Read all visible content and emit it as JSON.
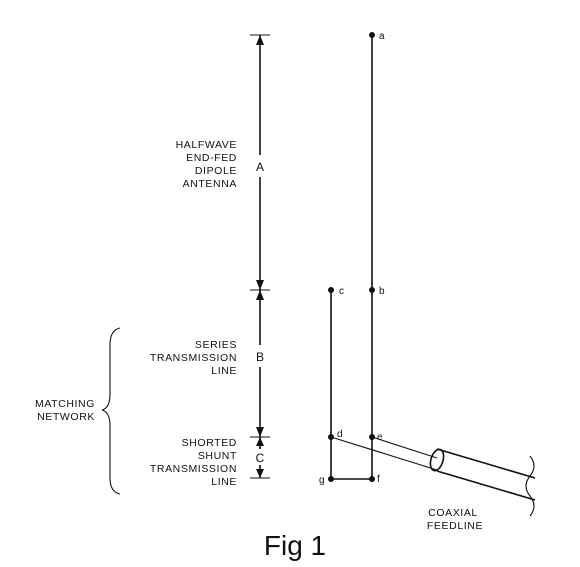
{
  "figure": {
    "caption": "Fig 1",
    "dimensions": [
      {
        "key": "A",
        "lines": [
          "HALFWAVE",
          "END-FED",
          "DIPOLE",
          "ANTENNA"
        ]
      },
      {
        "key": "B",
        "lines": [
          "SERIES",
          "TRANSMISSION",
          "LINE"
        ]
      },
      {
        "key": "C",
        "lines": [
          "SHORTED",
          "SHUNT",
          "TRANSMISSION",
          "LINE"
        ]
      }
    ],
    "group_label": [
      "MATCHING",
      "NETWORK"
    ],
    "points": [
      "a",
      "b",
      "c",
      "d",
      "e",
      "f",
      "g"
    ],
    "feedline_label": [
      "COAXIAL",
      "FEEDLINE"
    ]
  }
}
